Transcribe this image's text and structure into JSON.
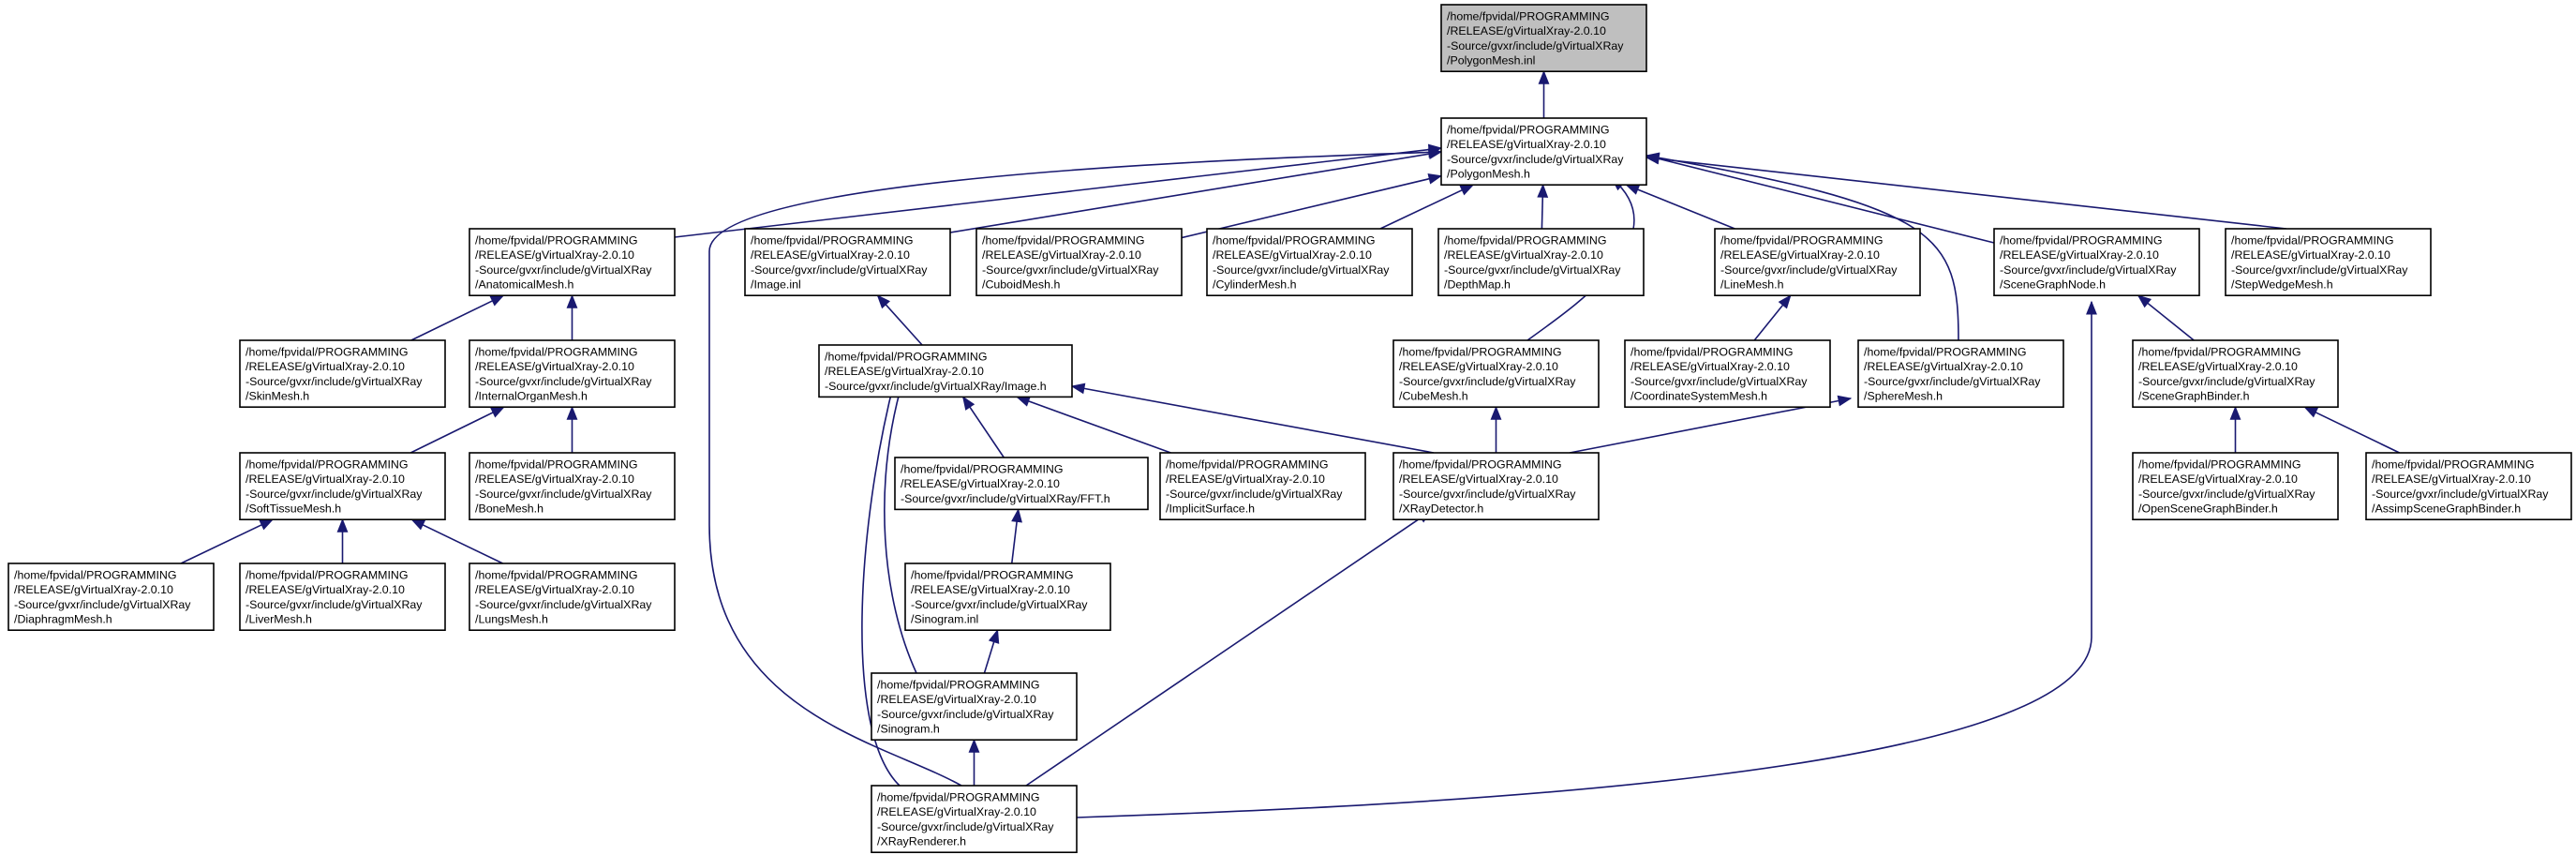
{
  "diagram": {
    "colors": {
      "edge": "#191970",
      "highlight_fill": "#bfbfbf",
      "node_fill": "#ffffff",
      "border": "#000000"
    },
    "nodes": [
      {
        "id": "root",
        "highlight": true,
        "lines": [
          "/home/fpvidal/PROGRAMMING",
          "/RELEASE/gVirtualXray-2.0.10",
          "-Source/gvxr/include/gVirtualXRay",
          "/PolygonMesh.inl"
        ]
      },
      {
        "id": "polygonmesh_h",
        "lines": [
          "/home/fpvidal/PROGRAMMING",
          "/RELEASE/gVirtualXray-2.0.10",
          "-Source/gvxr/include/gVirtualXRay",
          "/PolygonMesh.h"
        ]
      },
      {
        "id": "anatomicalmesh",
        "lines": [
          "/home/fpvidal/PROGRAMMING",
          "/RELEASE/gVirtualXray-2.0.10",
          "-Source/gvxr/include/gVirtualXRay",
          "/AnatomicalMesh.h"
        ]
      },
      {
        "id": "image_inl",
        "lines": [
          "/home/fpvidal/PROGRAMMING",
          "/RELEASE/gVirtualXray-2.0.10",
          "-Source/gvxr/include/gVirtualXRay",
          "/Image.inl"
        ]
      },
      {
        "id": "cuboidmesh",
        "lines": [
          "/home/fpvidal/PROGRAMMING",
          "/RELEASE/gVirtualXray-2.0.10",
          "-Source/gvxr/include/gVirtualXRay",
          "/CuboidMesh.h"
        ]
      },
      {
        "id": "cylindermesh",
        "lines": [
          "/home/fpvidal/PROGRAMMING",
          "/RELEASE/gVirtualXray-2.0.10",
          "-Source/gvxr/include/gVirtualXRay",
          "/CylinderMesh.h"
        ]
      },
      {
        "id": "depthmap",
        "lines": [
          "/home/fpvidal/PROGRAMMING",
          "/RELEASE/gVirtualXray-2.0.10",
          "-Source/gvxr/include/gVirtualXRay",
          "/DepthMap.h"
        ]
      },
      {
        "id": "linemesh",
        "lines": [
          "/home/fpvidal/PROGRAMMING",
          "/RELEASE/gVirtualXray-2.0.10",
          "-Source/gvxr/include/gVirtualXRay",
          "/LineMesh.h"
        ]
      },
      {
        "id": "scenegraphnode",
        "lines": [
          "/home/fpvidal/PROGRAMMING",
          "/RELEASE/gVirtualXray-2.0.10",
          "-Source/gvxr/include/gVirtualXRay",
          "/SceneGraphNode.h"
        ]
      },
      {
        "id": "stepwedgemesh",
        "lines": [
          "/home/fpvidal/PROGRAMMING",
          "/RELEASE/gVirtualXray-2.0.10",
          "-Source/gvxr/include/gVirtualXRay",
          "/StepWedgeMesh.h"
        ]
      },
      {
        "id": "skinmesh",
        "lines": [
          "/home/fpvidal/PROGRAMMING",
          "/RELEASE/gVirtualXray-2.0.10",
          "-Source/gvxr/include/gVirtualXRay",
          "/SkinMesh.h"
        ]
      },
      {
        "id": "internalorganmesh",
        "lines": [
          "/home/fpvidal/PROGRAMMING",
          "/RELEASE/gVirtualXray-2.0.10",
          "-Source/gvxr/include/gVirtualXRay",
          "/InternalOrganMesh.h"
        ]
      },
      {
        "id": "image_h",
        "lines": [
          "/home/fpvidal/PROGRAMMING",
          "/RELEASE/gVirtualXray-2.0.10",
          "-Source/gvxr/include/gVirtualXRay/Image.h"
        ]
      },
      {
        "id": "cubemesh",
        "lines": [
          "/home/fpvidal/PROGRAMMING",
          "/RELEASE/gVirtualXray-2.0.10",
          "-Source/gvxr/include/gVirtualXRay",
          "/CubeMesh.h"
        ]
      },
      {
        "id": "coordinatesystemmesh",
        "lines": [
          "/home/fpvidal/PROGRAMMING",
          "/RELEASE/gVirtualXray-2.0.10",
          "-Source/gvxr/include/gVirtualXRay",
          "/CoordinateSystemMesh.h"
        ]
      },
      {
        "id": "spheremesh",
        "lines": [
          "/home/fpvidal/PROGRAMMING",
          "/RELEASE/gVirtualXray-2.0.10",
          "-Source/gvxr/include/gVirtualXRay",
          "/SphereMesh.h"
        ]
      },
      {
        "id": "scenegraphbinder",
        "lines": [
          "/home/fpvidal/PROGRAMMING",
          "/RELEASE/gVirtualXray-2.0.10",
          "-Source/gvxr/include/gVirtualXRay",
          "/SceneGraphBinder.h"
        ]
      },
      {
        "id": "softtissuemesh",
        "lines": [
          "/home/fpvidal/PROGRAMMING",
          "/RELEASE/gVirtualXray-2.0.10",
          "-Source/gvxr/include/gVirtualXRay",
          "/SoftTissueMesh.h"
        ]
      },
      {
        "id": "bonemesh",
        "lines": [
          "/home/fpvidal/PROGRAMMING",
          "/RELEASE/gVirtualXray-2.0.10",
          "-Source/gvxr/include/gVirtualXRay",
          "/BoneMesh.h"
        ]
      },
      {
        "id": "fft",
        "lines": [
          "/home/fpvidal/PROGRAMMING",
          "/RELEASE/gVirtualXray-2.0.10",
          "-Source/gvxr/include/gVirtualXRay/FFT.h"
        ]
      },
      {
        "id": "implicitsurface",
        "lines": [
          "/home/fpvidal/PROGRAMMING",
          "/RELEASE/gVirtualXray-2.0.10",
          "-Source/gvxr/include/gVirtualXRay",
          "/ImplicitSurface.h"
        ]
      },
      {
        "id": "xraydetector",
        "lines": [
          "/home/fpvidal/PROGRAMMING",
          "/RELEASE/gVirtualXray-2.0.10",
          "-Source/gvxr/include/gVirtualXRay",
          "/XRayDetector.h"
        ]
      },
      {
        "id": "openscenegraphbinder",
        "lines": [
          "/home/fpvidal/PROGRAMMING",
          "/RELEASE/gVirtualXray-2.0.10",
          "-Source/gvxr/include/gVirtualXRay",
          "/OpenSceneGraphBinder.h"
        ]
      },
      {
        "id": "assimpscenegraphbinder",
        "lines": [
          "/home/fpvidal/PROGRAMMING",
          "/RELEASE/gVirtualXray-2.0.10",
          "-Source/gvxr/include/gVirtualXRay",
          "/AssimpSceneGraphBinder.h"
        ]
      },
      {
        "id": "diaphragmmesh",
        "lines": [
          "/home/fpvidal/PROGRAMMING",
          "/RELEASE/gVirtualXray-2.0.10",
          "-Source/gvxr/include/gVirtualXRay",
          "/DiaphragmMesh.h"
        ]
      },
      {
        "id": "livermesh",
        "lines": [
          "/home/fpvidal/PROGRAMMING",
          "/RELEASE/gVirtualXray-2.0.10",
          "-Source/gvxr/include/gVirtualXRay",
          "/LiverMesh.h"
        ]
      },
      {
        "id": "lungsmesh",
        "lines": [
          "/home/fpvidal/PROGRAMMING",
          "/RELEASE/gVirtualXray-2.0.10",
          "-Source/gvxr/include/gVirtualXRay",
          "/LungsMesh.h"
        ]
      },
      {
        "id": "sinogram_inl",
        "lines": [
          "/home/fpvidal/PROGRAMMING",
          "/RELEASE/gVirtualXray-2.0.10",
          "-Source/gvxr/include/gVirtualXRay",
          "/Sinogram.inl"
        ]
      },
      {
        "id": "sinogram_h",
        "lines": [
          "/home/fpvidal/PROGRAMMING",
          "/RELEASE/gVirtualXray-2.0.10",
          "-Source/gvxr/include/gVirtualXRay",
          "/Sinogram.h"
        ]
      },
      {
        "id": "xrayrenderer",
        "lines": [
          "/home/fpvidal/PROGRAMMING",
          "/RELEASE/gVirtualXray-2.0.10",
          "-Source/gvxr/include/gVirtualXRay",
          "/XRayRenderer.h"
        ]
      }
    ],
    "edges": [
      {
        "from": "polygonmesh_h",
        "to": "root"
      },
      {
        "from": "anatomicalmesh",
        "to": "polygonmesh_h"
      },
      {
        "from": "image_inl",
        "to": "polygonmesh_h"
      },
      {
        "from": "cuboidmesh",
        "to": "polygonmesh_h"
      },
      {
        "from": "cylindermesh",
        "to": "polygonmesh_h"
      },
      {
        "from": "depthmap",
        "to": "polygonmesh_h"
      },
      {
        "from": "linemesh",
        "to": "polygonmesh_h"
      },
      {
        "from": "scenegraphnode",
        "to": "polygonmesh_h"
      },
      {
        "from": "stepwedgemesh",
        "to": "polygonmesh_h"
      },
      {
        "from": "cubemesh",
        "to": "polygonmesh_h"
      },
      {
        "from": "spheremesh",
        "to": "polygonmesh_h"
      },
      {
        "from": "xrayrenderer",
        "to": "polygonmesh_h"
      },
      {
        "from": "skinmesh",
        "to": "anatomicalmesh"
      },
      {
        "from": "internalorganmesh",
        "to": "anatomicalmesh"
      },
      {
        "from": "softtissuemesh",
        "to": "internalorganmesh"
      },
      {
        "from": "bonemesh",
        "to": "internalorganmesh"
      },
      {
        "from": "diaphragmmesh",
        "to": "softtissuemesh"
      },
      {
        "from": "livermesh",
        "to": "softtissuemesh"
      },
      {
        "from": "lungsmesh",
        "to": "softtissuemesh"
      },
      {
        "from": "image_h",
        "to": "image_inl"
      },
      {
        "from": "fft",
        "to": "image_h"
      },
      {
        "from": "implicitsurface",
        "to": "image_h"
      },
      {
        "from": "xraydetector",
        "to": "image_h"
      },
      {
        "from": "sinogram_h",
        "to": "image_h"
      },
      {
        "from": "xrayrenderer",
        "to": "image_h"
      },
      {
        "from": "sinogram_inl",
        "to": "fft"
      },
      {
        "from": "sinogram_h",
        "to": "sinogram_inl"
      },
      {
        "from": "xrayrenderer",
        "to": "sinogram_h"
      },
      {
        "from": "coordinatesystemmesh",
        "to": "linemesh"
      },
      {
        "from": "xraydetector",
        "to": "cubemesh"
      },
      {
        "from": "xraydetector",
        "to": "spheremesh"
      },
      {
        "from": "xrayrenderer",
        "to": "xraydetector"
      },
      {
        "from": "scenegraphbinder",
        "to": "scenegraphnode"
      },
      {
        "from": "xrayrenderer",
        "to": "scenegraphnode"
      },
      {
        "from": "openscenegraphbinder",
        "to": "scenegraphbinder"
      },
      {
        "from": "assimpscenegraphbinder",
        "to": "scenegraphbinder"
      }
    ]
  }
}
